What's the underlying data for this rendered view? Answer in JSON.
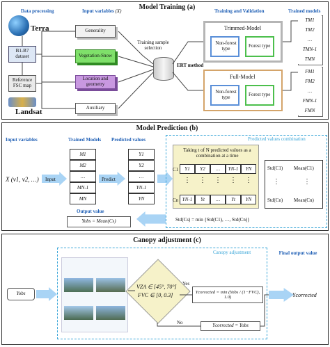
{
  "panel_a": {
    "title": "Model Training (a)",
    "data_processing": "Data processing",
    "terra": "Terra",
    "landsat": "Landsat",
    "b1b7": "B1-B7 dataset",
    "reference": "Reference FSC map",
    "input_variables": "Input variables",
    "input_variables_x": "(X)",
    "generality": "Generality",
    "vegetation": "Vegetation-Snow",
    "location": "Location and geometry",
    "auxiliary": "Auxiliary",
    "training_sample": "Training sample selection",
    "ert_method": "ERT method",
    "training_validation": "Training and Validation",
    "trimmed_model": "Trimmed-Model",
    "full_model": "Full-Model",
    "nonforest": "Non-forest type",
    "forest": "Forest type",
    "trained_models": "Trained models",
    "tm": [
      "TM1",
      "TM2",
      "…",
      "TMN-1",
      "TMN"
    ],
    "fm": [
      "FM1",
      "FM2",
      "…",
      "FMN-1",
      "FMN"
    ]
  },
  "panel_b": {
    "title": "Model Prediction (b)",
    "input_variables": "Input variables",
    "x_expr": "X (v1, v2, …)",
    "input_arrow": "Input",
    "trained_models": "Trained Models",
    "models": [
      "M1",
      "M2",
      "…",
      "MN-1",
      "MN"
    ],
    "predict_arrow": "Predict",
    "predicted_values": "Predicted values",
    "yvals": [
      "Y1",
      "Y2",
      "…",
      "YN-1",
      "YN"
    ],
    "combination_title": "Predicted values combination",
    "taking_text": "Taking t of N predicted values as a combination at a time",
    "c1": "C1",
    "cn": "Cn",
    "row1": [
      "Y1",
      "Y2",
      "…",
      "YN-1",
      "YN"
    ],
    "rown": [
      "YN-1",
      "Yt",
      "…",
      "Yt",
      "YN"
    ],
    "dots": "⋮",
    "std_c1": "Std(C1)",
    "mean_c1": "Mean(C1)",
    "std_cn": "Std(Cn)",
    "mean_cn": "Mean(Cn)",
    "std_min": "Std(Cs) = min {Std(C1), …, Std(Cn)}",
    "output_value": "Output value",
    "yobs_eq": "Yobs = Mean(Cs)"
  },
  "panel_c": {
    "title": "Canopy adjustment (c)",
    "canopy_adjustment": "Canopy adjustment",
    "final_output": "Final output value",
    "yobs": "Yobs",
    "vza": "VZA ∈ [45°, 70°]",
    "fvc": "FVC ∈ [0, 0.3]",
    "yes": "Yes",
    "no": "No",
    "ycorr_yes": "Ycorrected = min (Yobs / (1−FVC), 1.0)",
    "ycorr_no": "Ycorrected = Yobs",
    "ycorrected": "Ycorrected"
  }
}
